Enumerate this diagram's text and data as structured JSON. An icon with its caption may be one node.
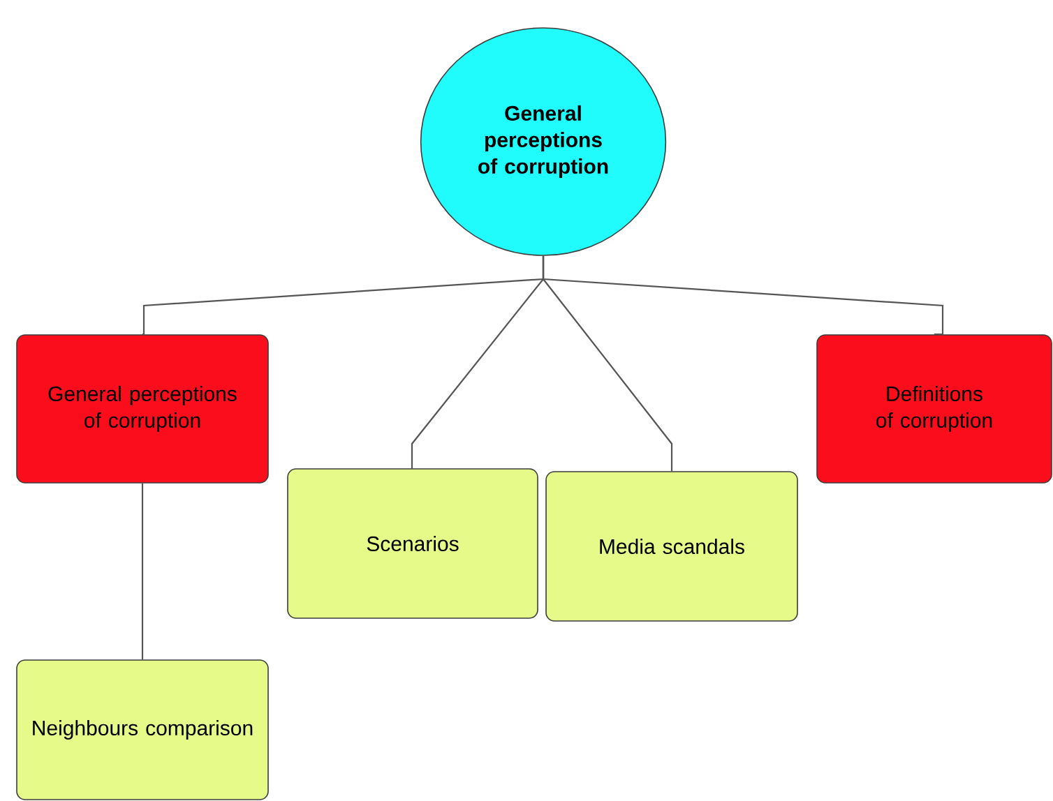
{
  "diagram": {
    "nodes": [
      {
        "text": [
          "General perceptions of corruption"
        ]
      },
      {
        "text": [
          "General perceptions of corruption"
        ]
      },
      {
        "text": [
          "Scenarios"
        ]
      },
      {
        "text": [
          "Media scandals"
        ]
      },
      {
        "text": [
          "Definitions of corruption"
        ]
      },
      {
        "text": [
          "Neighbours comparison"
        ]
      }
    ],
    "edges": [
      {
        "from": 0,
        "to": 1,
        "arrow": "none"
      },
      {
        "from": 0,
        "to": 2,
        "arrow": "none"
      },
      {
        "from": 0,
        "to": 3,
        "arrow": "none"
      },
      {
        "from": 0,
        "to": 4,
        "arrow": "none"
      },
      {
        "from": 1,
        "to": 5,
        "arrow": "none"
      }
    ]
  }
}
